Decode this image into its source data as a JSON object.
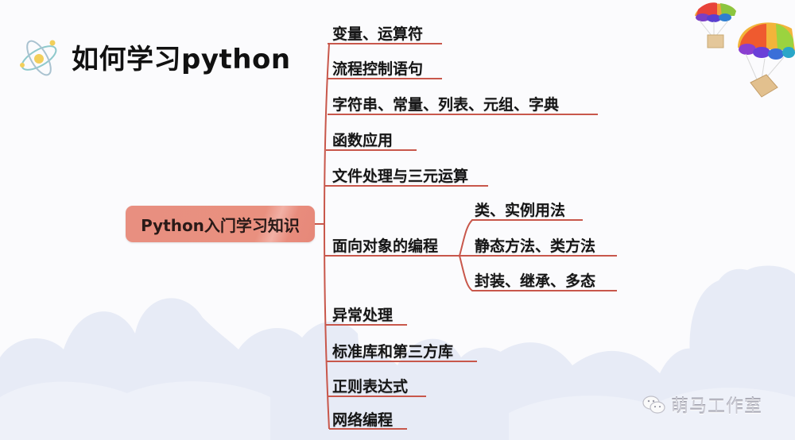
{
  "slide": {
    "title": "如何学习python",
    "logo_icon": "atom-icon",
    "decoration_icon": "parachute-box-icon",
    "watermark": {
      "icon": "wechat-icon",
      "text": "萌马工作室"
    }
  },
  "mindmap": {
    "root": "Python入门学习知识",
    "branches": [
      {
        "label": "变量、运算符"
      },
      {
        "label": "流程控制语句"
      },
      {
        "label": "字符串、常量、列表、元组、字典"
      },
      {
        "label": "函数应用"
      },
      {
        "label": "文件处理与三元运算"
      },
      {
        "label": "面向对象的编程",
        "children": [
          {
            "label": "类、实例用法"
          },
          {
            "label": "静态方法、类方法"
          },
          {
            "label": "封装、继承、多态"
          }
        ]
      },
      {
        "label": "异常处理"
      },
      {
        "label": "标准库和第三方库"
      },
      {
        "label": "正则表达式"
      },
      {
        "label": "网络编程"
      }
    ]
  },
  "colors": {
    "root_fill": "#e88f80",
    "connector": "#c8574b",
    "title": "#111111",
    "cloud": "#e6eaf5"
  }
}
